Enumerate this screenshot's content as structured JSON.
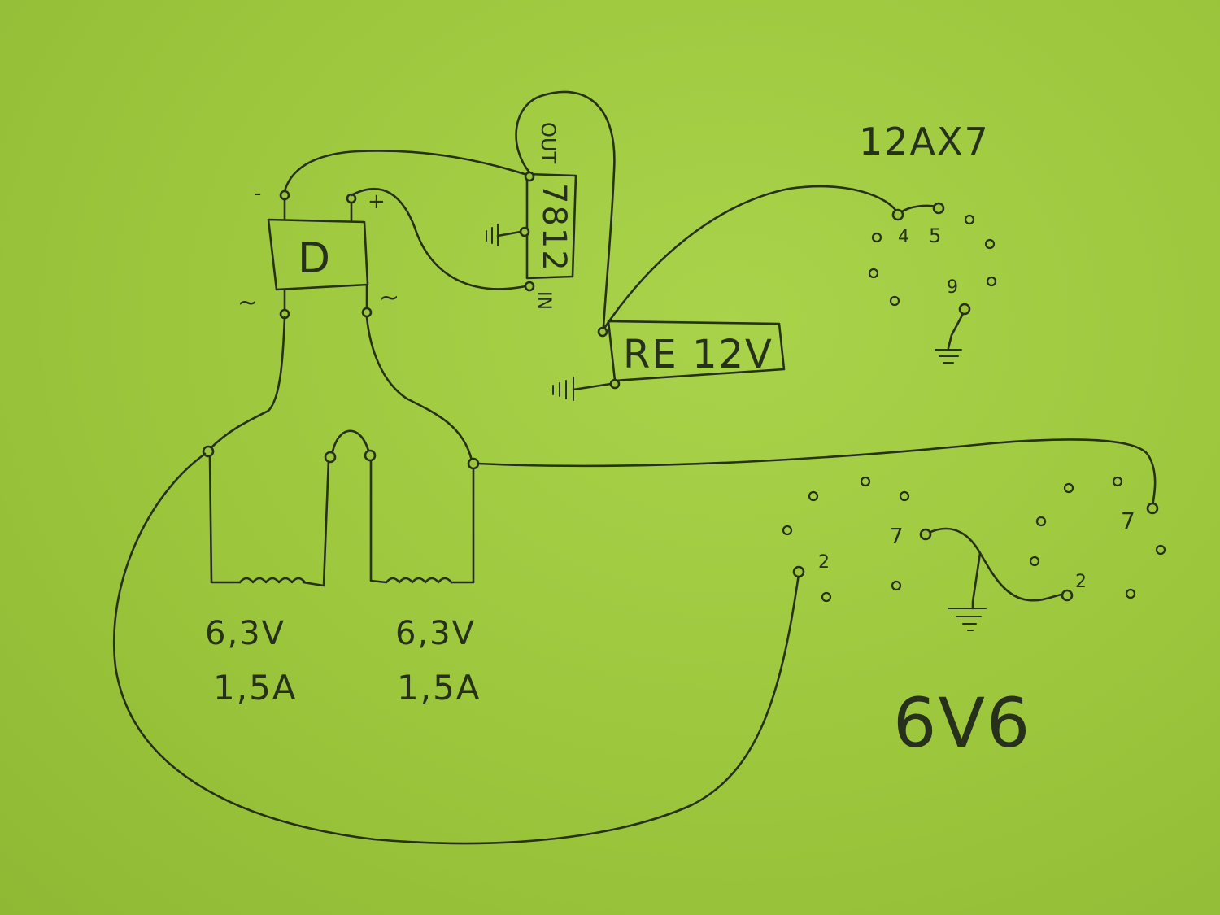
{
  "diagram": {
    "rectifier": {
      "label": "D",
      "minus": "-",
      "plus": "+",
      "ac_left": "~",
      "ac_right": "~"
    },
    "regulator": {
      "label": "7812",
      "out_label": "OUT",
      "in_label": "IN"
    },
    "relay": {
      "label": "RE 12V"
    },
    "transformer": {
      "left_voltage": "6,3V",
      "left_current": "1,5A",
      "right_voltage": "6,3V",
      "right_current": "1,5A"
    },
    "tube_12ax7": {
      "title": "12AX7",
      "pin4": "4",
      "pin5": "5",
      "pin9": "9"
    },
    "tube_6v6": {
      "title": "6V6",
      "left_pin7": "7",
      "left_pin2": "2",
      "right_pin7": "7",
      "right_pin2": "2"
    }
  }
}
